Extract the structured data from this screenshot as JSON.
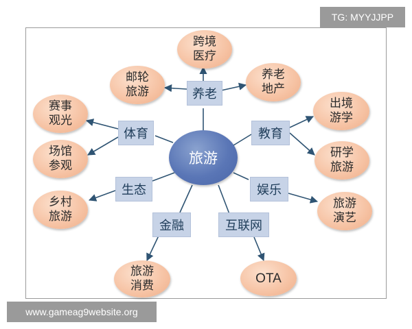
{
  "watermarks": {
    "tg": "TG: MYYJJPP",
    "site": "www.gameag9website.org"
  },
  "colors": {
    "hub": "#5a76b6",
    "category_box": "#c7d3e7",
    "leaf": "#f6c2a3",
    "arrow": "#2f5473"
  },
  "diagram": {
    "hub": "旅游",
    "categories": {
      "yanglao": "养老",
      "tiyu": "体育",
      "jiaoyu": "教育",
      "shengtai": "生态",
      "yule": "娱乐",
      "jinrong": "金融",
      "hulianwang": "互联网"
    },
    "leaves": {
      "kuajing": [
        "跨境",
        "医疗"
      ],
      "youlun": [
        "邮轮",
        "旅游"
      ],
      "yanglao_dichan": [
        "养老",
        "地产"
      ],
      "saishi": [
        "赛事",
        "观光"
      ],
      "chujing": [
        "出境",
        "游学"
      ],
      "changguan": [
        "场馆",
        "参观"
      ],
      "yanxue": [
        "研学",
        "旅游"
      ],
      "xiangcun": [
        "乡村",
        "旅游"
      ],
      "yanyi": [
        "旅游",
        "演艺"
      ],
      "xiaofei": [
        "旅游",
        "消费"
      ],
      "ota": [
        "OTA"
      ]
    }
  }
}
